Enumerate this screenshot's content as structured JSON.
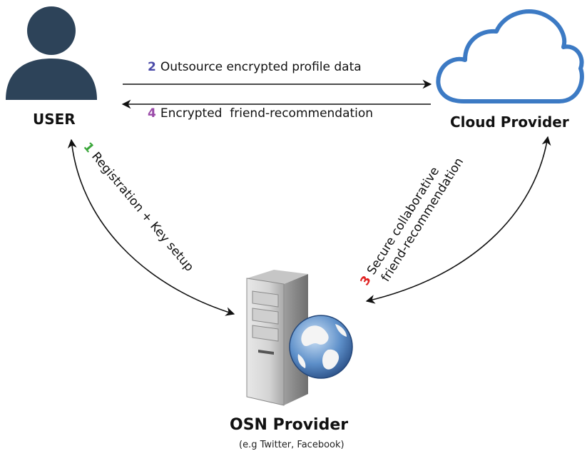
{
  "nodes": {
    "user": {
      "label": "USER",
      "icon": "user-icon",
      "color": "#2d4359"
    },
    "cloud": {
      "label": "Cloud Provider",
      "icon": "cloud-icon",
      "color": "#3c7ac4"
    },
    "osn": {
      "label": "OSN Provider",
      "sublabel": "(e.g Twitter, Facebook)",
      "icon": "server-globe-icon"
    }
  },
  "edges": [
    {
      "step": "1",
      "text": "Registration + Key setup",
      "color": "#3aa63a"
    },
    {
      "step": "2",
      "text": "Outsource encrypted profile data",
      "color": "#4a4aa8"
    },
    {
      "step": "3",
      "text_line1": "Secure collaborative",
      "text_line2": "friend-recommendation",
      "color": "#e02020"
    },
    {
      "step": "4",
      "text": "Encrypted  friend-recommendation",
      "color": "#9a4aa8"
    }
  ]
}
